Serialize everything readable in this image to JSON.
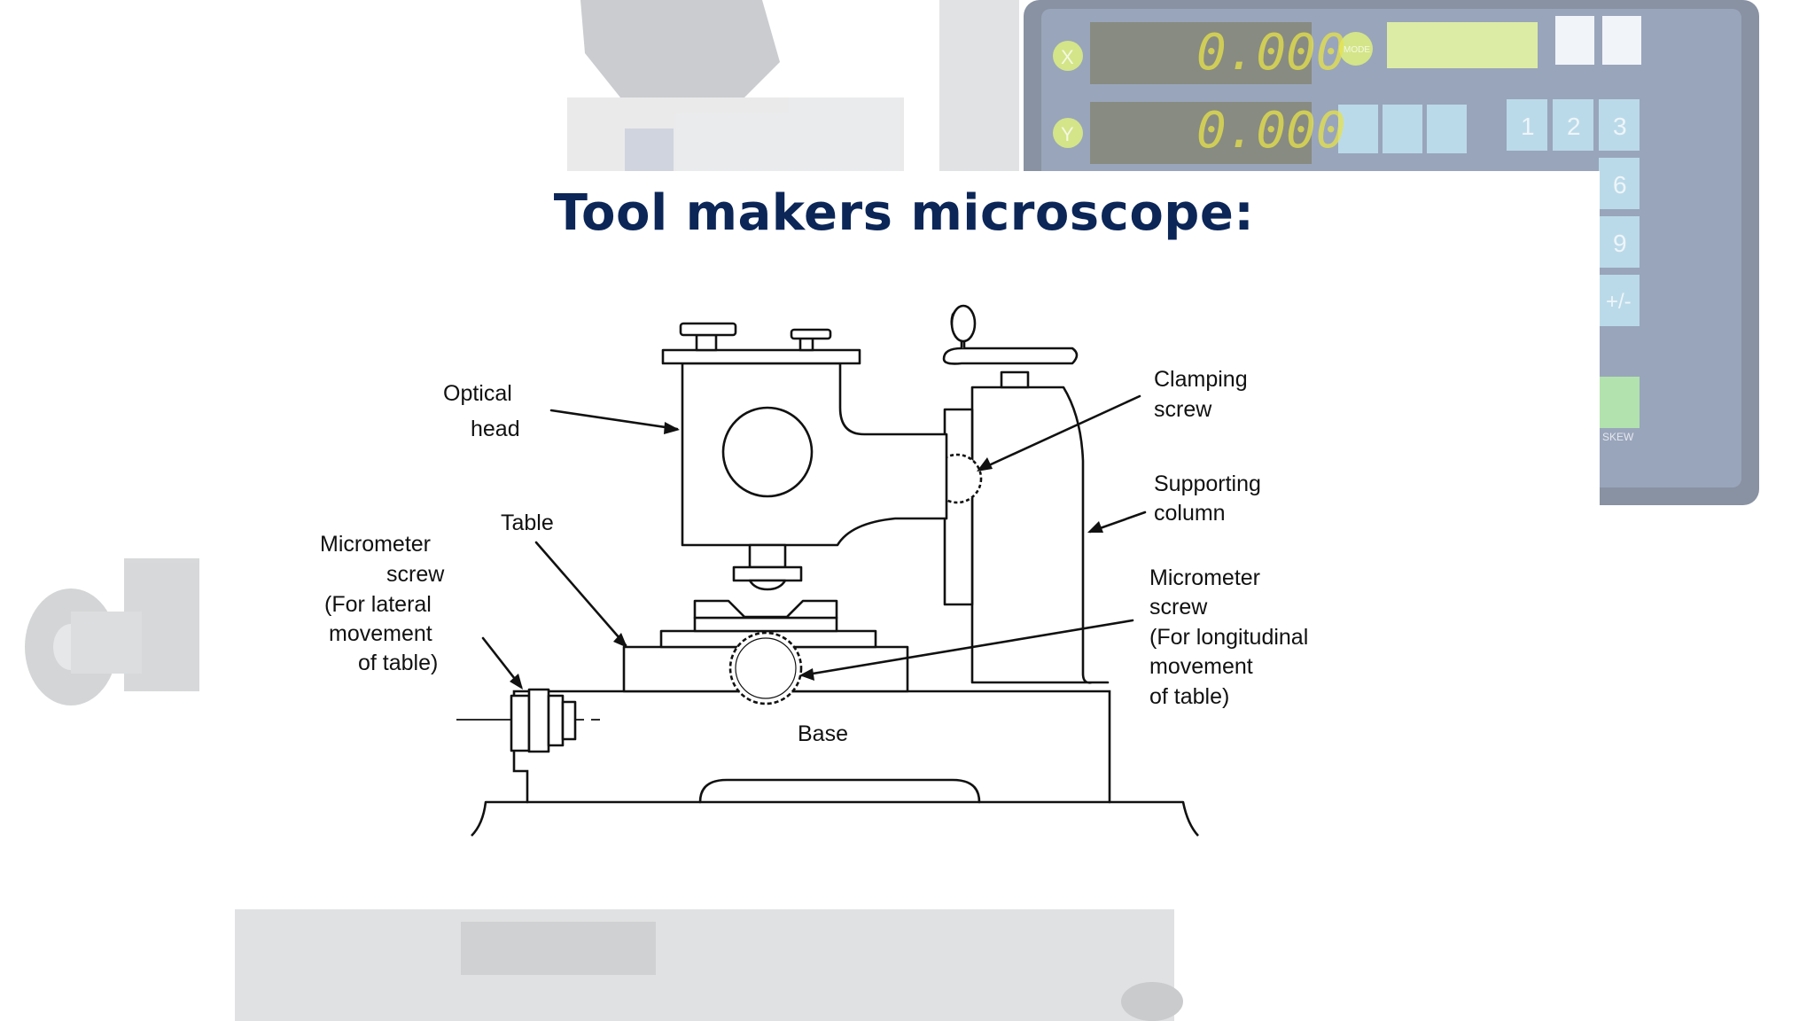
{
  "slide": {
    "title": "Tool makers microscope:"
  },
  "background": {
    "dro_x_label": "X",
    "dro_y_label": "Y",
    "dro_x_value": "0.000",
    "dro_y_value": "0.000",
    "dro_mode_label": "MODE",
    "keypad_keys": [
      "1",
      "2",
      "3",
      "6",
      "9",
      "+/-"
    ],
    "skew_label": "SKEW"
  },
  "diagram": {
    "labels": {
      "optical_head_line1": "Optical",
      "optical_head_line2": "head",
      "table": "Table",
      "micrometer_lateral_line1": "Micrometer",
      "micrometer_lateral_line2": "screw",
      "micrometer_lateral_line3": "(For lateral",
      "micrometer_lateral_line4": "movement",
      "micrometer_lateral_line5": "of table)",
      "clamping_screw_line1": "Clamping",
      "clamping_screw_line2": "screw",
      "supporting_column_line1": "Supporting",
      "supporting_column_line2": "column",
      "micrometer_long_line1": "Micrometer",
      "micrometer_long_line2": "screw",
      "micrometer_long_line3": "(For longitudinal",
      "micrometer_long_line4": "movement",
      "micrometer_long_line5": "of table)",
      "base": "Base"
    }
  },
  "colors": {
    "title": "#0b2657",
    "dro_digits": "#e7e34a",
    "dro_button": "#b6d43a"
  }
}
